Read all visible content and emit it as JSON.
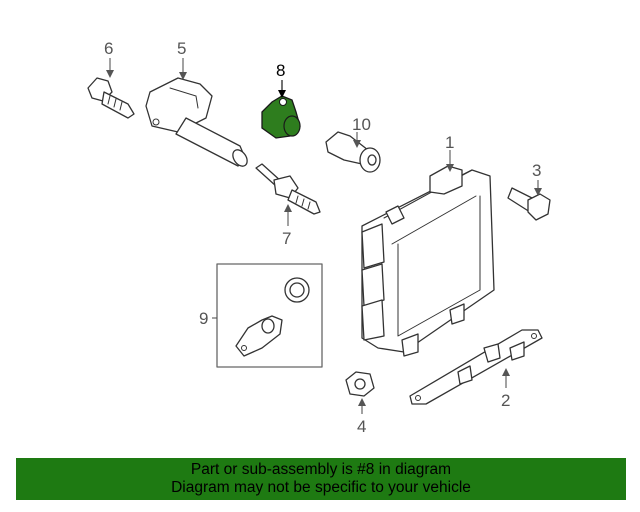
{
  "diagram": {
    "highlight_color": "#2e7d1e",
    "highlighted_part": "8",
    "callouts": {
      "c1": "1",
      "c2": "2",
      "c3": "3",
      "c4": "4",
      "c5": "5",
      "c6": "6",
      "c7": "7",
      "c8": "8",
      "c9": "9",
      "c10": "10"
    }
  },
  "banner": {
    "color": "#1e7a12",
    "line1": "Part or sub-assembly is #8 in diagram",
    "line2": "Diagram may not be specific to your vehicle"
  }
}
